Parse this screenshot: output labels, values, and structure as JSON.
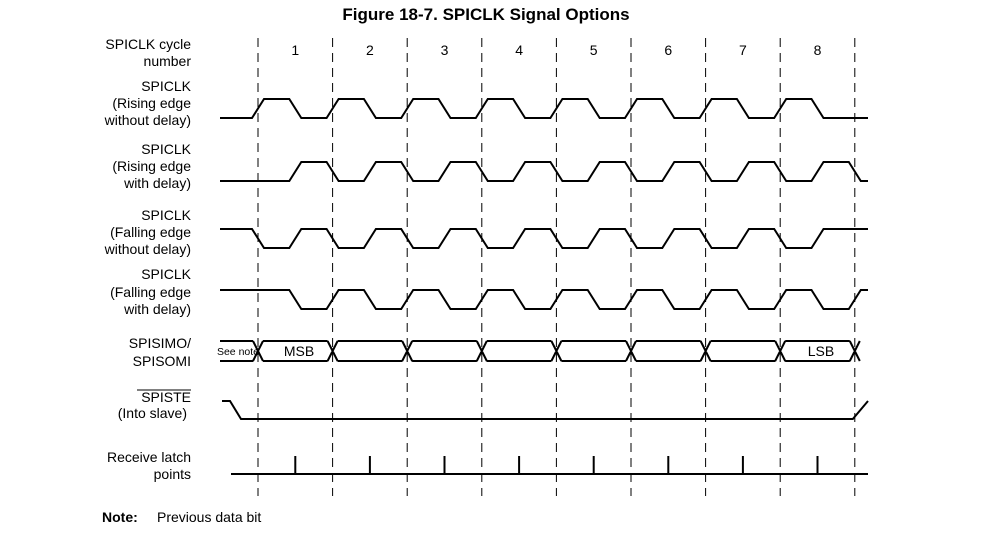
{
  "figure": {
    "title": "Figure 18-7. SPICLK Signal Options"
  },
  "cycle_header": {
    "label_lines": [
      "SPICLK cycle",
      "number"
    ],
    "cycles": [
      "1",
      "2",
      "3",
      "4",
      "5",
      "6",
      "7",
      "8"
    ]
  },
  "signals": [
    {
      "id": "clk-rise-nodelay",
      "label_lines": [
        "SPICLK",
        "(Rising edge",
        "without delay)"
      ]
    },
    {
      "id": "clk-rise-delay",
      "label_lines": [
        "SPICLK",
        "(Rising edge",
        "with delay)"
      ]
    },
    {
      "id": "clk-fall-nodelay",
      "label_lines": [
        "SPICLK",
        "(Falling edge",
        "without delay)"
      ]
    },
    {
      "id": "clk-fall-delay",
      "label_lines": [
        "SPICLK",
        "(Falling edge",
        "with delay)"
      ]
    },
    {
      "id": "simo-somi",
      "label_lines": [
        "SPISIMO/",
        "SPISOMI"
      ],
      "see_note": "See note",
      "first_bit": "MSB",
      "last_bit": "LSB"
    },
    {
      "id": "spiste",
      "label_lines": [
        "SPISTE",
        "(Into slave)"
      ]
    },
    {
      "id": "latch",
      "label_lines": [
        "Receive latch",
        "points"
      ]
    }
  ],
  "note": {
    "label": "Note:",
    "text": "Previous data bit"
  }
}
